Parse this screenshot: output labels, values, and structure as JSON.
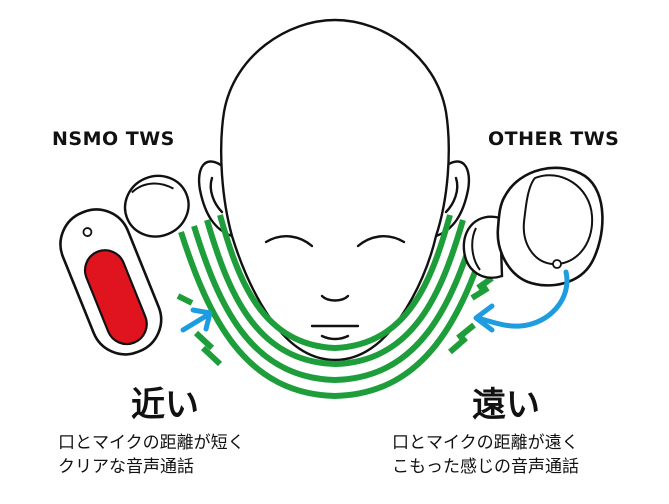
{
  "left": {
    "model_label": "NSMO TWS",
    "distance_label": "近い",
    "description": [
      "口とマイクの距離が短く",
      "クリアな音声通話"
    ]
  },
  "right": {
    "model_label": "OTHER TWS",
    "distance_label": "遠い",
    "description": [
      "口とマイクの距離が遠く",
      "こもった感じの音声通話"
    ]
  },
  "colors": {
    "wave_green": "#1e9e3a",
    "arrow_blue": "#1d9ce0",
    "earbud_red": "#e0141e",
    "outline": "#111111"
  },
  "icons": [
    "head-illustration",
    "nsmo-earbud-icon",
    "other-earbud-icon",
    "sound-wave-icon",
    "mic-arrow-icon"
  ]
}
